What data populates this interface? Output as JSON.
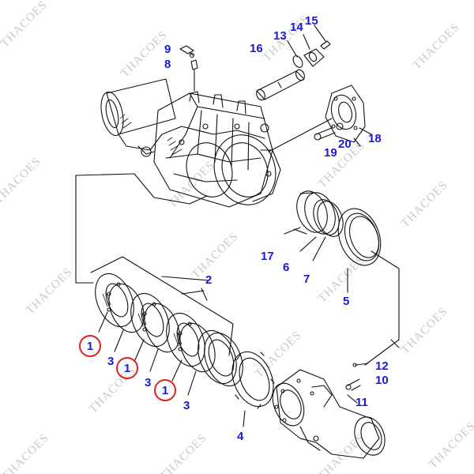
{
  "watermark": "THACOES",
  "colors": {
    "callout": "#1b1bd6",
    "highlight": "#e0201e",
    "line": "#111111"
  },
  "callouts": {
    "p1a": "1",
    "p1b": "1",
    "p1c": "1",
    "p2": "2",
    "p3a": "3",
    "p3b": "3",
    "p3c": "3",
    "p4": "4",
    "p5": "5",
    "p6": "6",
    "p7": "7",
    "p8": "8",
    "p9": "9",
    "p10": "10",
    "p11": "11",
    "p12": "12",
    "p13": "13",
    "p14": "14",
    "p15": "15",
    "p16": "16",
    "p17": "17",
    "p18": "18",
    "p19": "19",
    "p20": "20"
  }
}
